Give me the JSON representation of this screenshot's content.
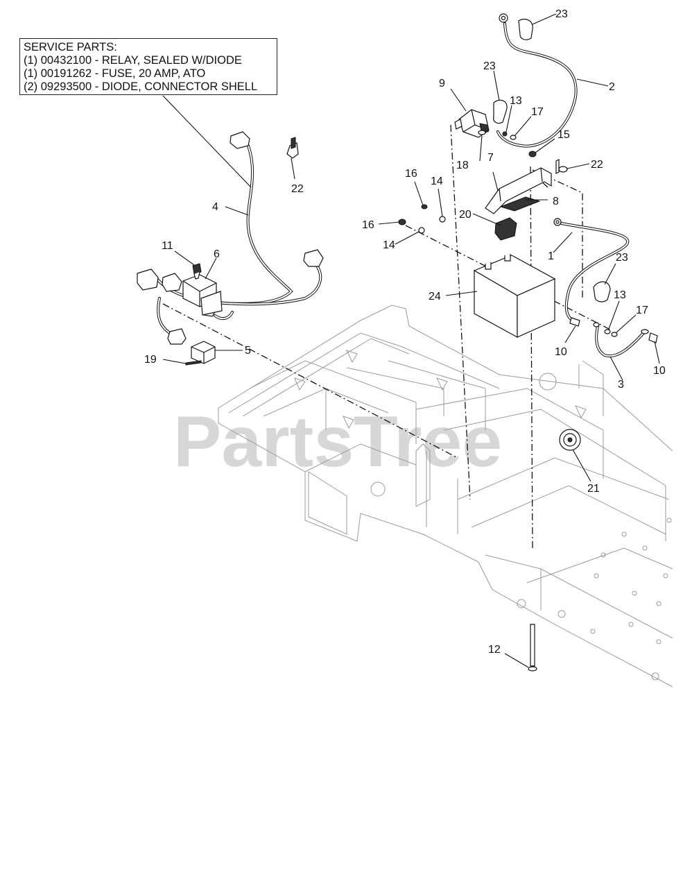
{
  "service_parts": {
    "heading": "SERVICE PARTS:",
    "lines": [
      "(1) 00432100 - RELAY, SEALED W/DIODE",
      "(1) 00191262 - FUSE, 20 AMP, ATO",
      "(2) 09293500 - DIODE, CONNECTOR SHELL"
    ]
  },
  "watermark": "PartsTree",
  "callouts": {
    "c1": "1",
    "c2": "2",
    "c3": "3",
    "c4": "4",
    "c5": "5",
    "c6": "6",
    "c7": "7",
    "c8": "8",
    "c9": "9",
    "c10a": "10",
    "c10b": "10",
    "c11": "11",
    "c12": "12",
    "c13a": "13",
    "c13b": "13",
    "c14a": "14",
    "c14b": "14",
    "c15": "15",
    "c16a": "16",
    "c16b": "16",
    "c17a": "17",
    "c17b": "17",
    "c18": "18",
    "c19": "19",
    "c20": "20",
    "c21": "21",
    "c22a": "22",
    "c22b": "22",
    "c23a": "23",
    "c23b": "23",
    "c23c": "23",
    "c24": "24"
  }
}
